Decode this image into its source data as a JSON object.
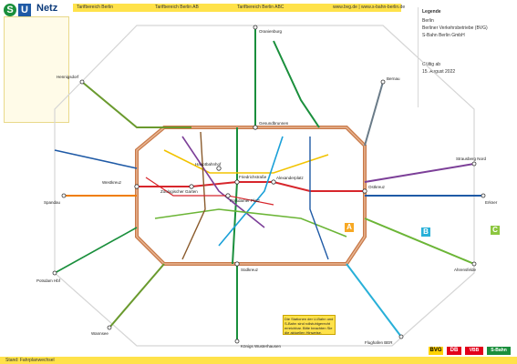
{
  "header": {
    "title": "Netz",
    "logo_s": "S",
    "logo_u": "U",
    "tariff_label": "Tarifbereich Berlin",
    "zone_ab": "Tarifbereich Berlin AB",
    "zone_abc": "Tarifbereich Berlin ABC",
    "url": "www.bvg.de | www.s-bahn-berlin.de"
  },
  "right_panel": {
    "heading": "Legende",
    "city": "Berlin",
    "org": "Berliner Verkehrsbetriebe (BVG)",
    "line3": "S-Bahn Berlin GmbH",
    "line4": "Gültig ab",
    "date": "15. August 2022"
  },
  "zones": {
    "a": "A",
    "b": "B",
    "c": "C"
  },
  "note_text": "Die Stationen der U-Bahn und S-Bahn sind rollstuhlgerecht erreichbar. Bitte beachten Sie die aktuellen Hinweise.",
  "footer": {
    "left": "Stand: Fahrplanwechsel",
    "bvg": "BVG",
    "db": "DB",
    "vbb": "VBB",
    "sbahn": "S-Bahn"
  },
  "colors": {
    "ring": "#b0603a",
    "s_green": "#1a8f3c",
    "u_blue": "#1f5aa6",
    "u_red": "#d7262c",
    "u_yellow": "#f2c300",
    "u_lightgreen": "#6bb536",
    "u_purple": "#7c3f98",
    "u_brown": "#8a5a2b",
    "u_cyan": "#1aa0d8",
    "u_orange": "#f07d00",
    "s_gray": "#6a7b88",
    "s_olive": "#6a9a2e"
  },
  "stations": [
    {
      "name": "Ostkreuz"
    },
    {
      "name": "Gesundbrunnen"
    },
    {
      "name": "Westkreuz"
    },
    {
      "name": "Südkreuz"
    },
    {
      "name": "Alexanderplatz"
    },
    {
      "name": "Friedrichstraße"
    },
    {
      "name": "Hauptbahnhof"
    },
    {
      "name": "Zoologischer Garten"
    },
    {
      "name": "Potsdamer Platz"
    },
    {
      "name": "Spandau"
    },
    {
      "name": "Wannsee"
    },
    {
      "name": "Erkner"
    },
    {
      "name": "Oranienburg"
    },
    {
      "name": "Bernau"
    },
    {
      "name": "Flughafen BER"
    },
    {
      "name": "Königs Wusterhausen"
    },
    {
      "name": "Strausberg Nord"
    },
    {
      "name": "Ahrensfelde"
    },
    {
      "name": "Potsdam Hbf"
    },
    {
      "name": "Hennigsdorf"
    }
  ]
}
